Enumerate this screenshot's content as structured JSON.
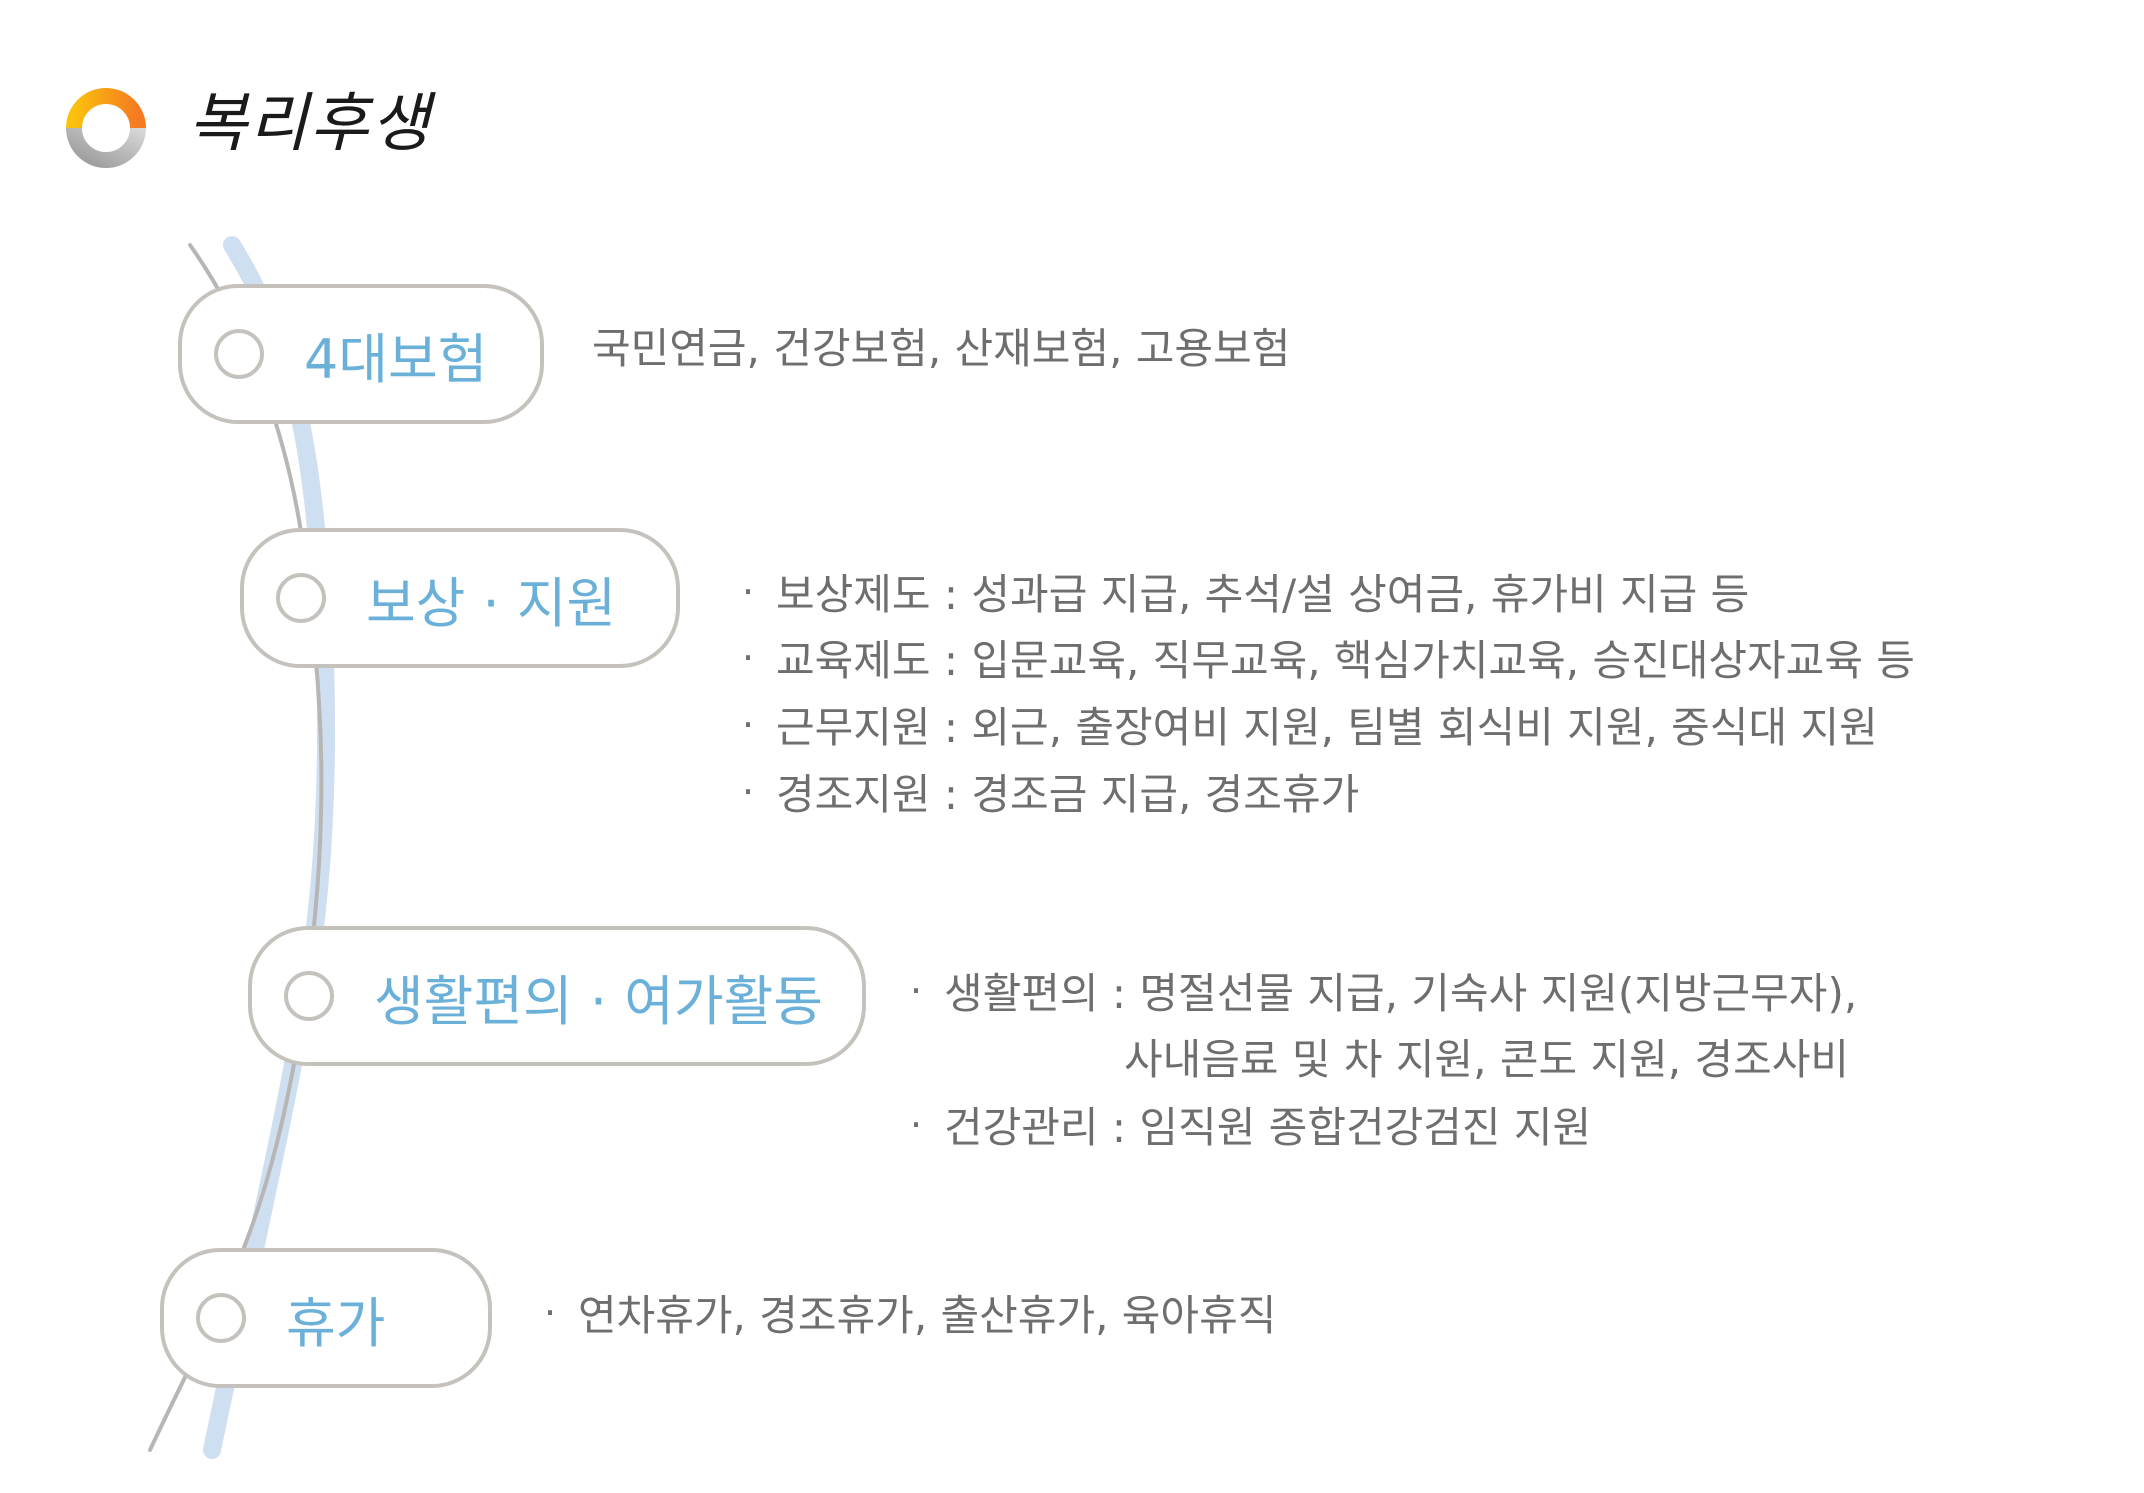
{
  "logo": {
    "text": "복리후생",
    "mark_colors": [
      "#fbc10d",
      "#f57a21",
      "#b9b9b9"
    ]
  },
  "colors": {
    "label": "#6ab0d8",
    "border": "#c5c2bd",
    "text": "#6e6e6e",
    "curve_gray": "#b8b6b4",
    "curve_blue": "#cfdff2"
  },
  "sections": [
    {
      "label": "4대보험",
      "items": [
        {
          "bullet": false,
          "text": "국민연금, 건강보험, 산재보험, 고용보험"
        }
      ]
    },
    {
      "label": "보상 · 지원",
      "items": [
        {
          "bullet": true,
          "text": "보상제도 : 성과급 지급, 추석/설 상여금, 휴가비 지급 등"
        },
        {
          "bullet": true,
          "text": "교육제도 : 입문교육, 직무교육, 핵심가치교육, 승진대상자교육 등"
        },
        {
          "bullet": true,
          "text": "근무지원 : 외근, 출장여비 지원, 팀별 회식비 지원, 중식대 지원"
        },
        {
          "bullet": true,
          "text": "경조지원 : 경조금 지급, 경조휴가"
        }
      ]
    },
    {
      "label": "생활편의 · 여가활동",
      "items": [
        {
          "bullet": true,
          "text": "생활편의 : 명절선물 지급, 기숙사 지원(지방근무자),"
        },
        {
          "bullet": false,
          "text": "사내음료 및 차 지원, 콘도 지원, 경조사비"
        },
        {
          "bullet": true,
          "text": "건강관리 : 임직원 종합건강검진 지원"
        }
      ]
    },
    {
      "label": "휴가",
      "items": [
        {
          "bullet": true,
          "text": "연차휴가, 경조휴가, 출산휴가, 육아휴직"
        }
      ]
    }
  ]
}
